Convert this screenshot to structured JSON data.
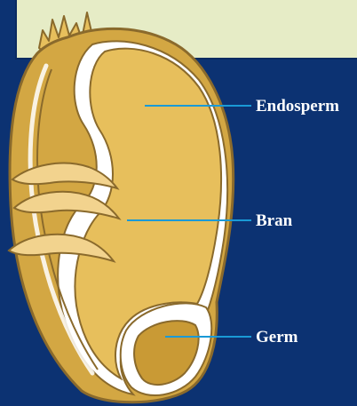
{
  "diagram": {
    "labels": {
      "endosperm": "Endosperm",
      "bran": "Bran",
      "germ": "Germ"
    }
  },
  "colors": {
    "background": "#0c3272",
    "header_panel": "#e6ecc6",
    "bran_outer": "#d3a743",
    "endosperm": "#e7bf5c",
    "germ": "#c99a35",
    "hair": "#f2d38e",
    "outline": "#8a6a2c",
    "highlight": "#ffffff",
    "leader_line": "#1a9ad6"
  }
}
